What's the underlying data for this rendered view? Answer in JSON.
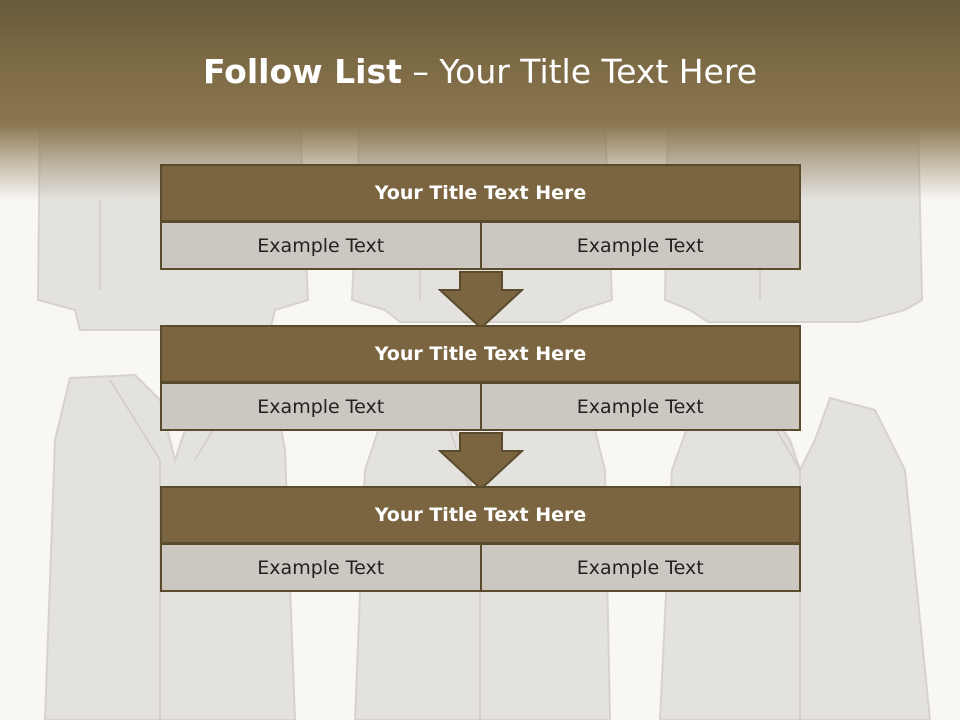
{
  "slide": {
    "title_bold": "Follow List",
    "title_rest": "– Your Title Text Here"
  },
  "blocks": [
    {
      "title": "Your Title Text Here",
      "left": "Example Text",
      "right": "Example Text"
    },
    {
      "title": "Your Title Text Here",
      "left": "Example Text",
      "right": "Example Text"
    },
    {
      "title": "Your Title Text Here",
      "left": "Example Text",
      "right": "Example Text"
    }
  ],
  "colors": {
    "header": "#7c6a44",
    "block_title": "#7a6540",
    "block_border": "#5b4b2d",
    "cell_fill": "#cdc7c1"
  }
}
